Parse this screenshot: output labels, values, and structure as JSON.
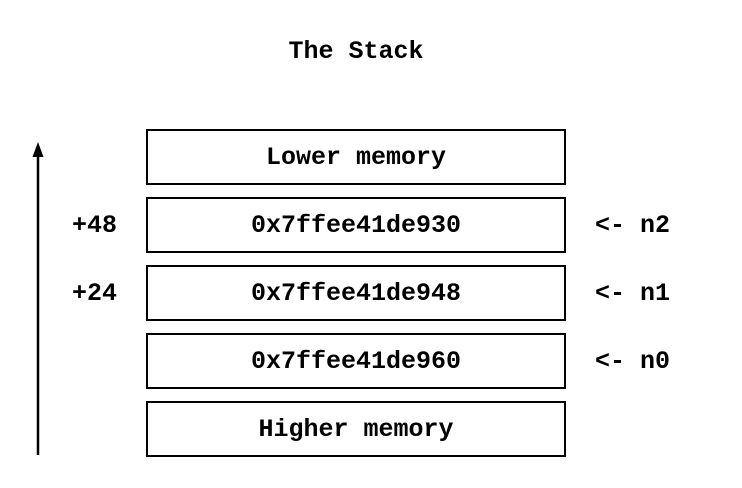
{
  "title": "The Stack",
  "colors": {
    "ink": "#000000",
    "background": "#ffffff"
  },
  "direction_arrow": {
    "icon": "up-arrow",
    "direction": "up"
  },
  "rows": [
    {
      "offset": "",
      "label": "Lower memory",
      "pointer": ""
    },
    {
      "offset": "+48",
      "label": "0x7ffee41de930",
      "pointer": "<- n2"
    },
    {
      "offset": "+24",
      "label": "0x7ffee41de948",
      "pointer": "<- n1"
    },
    {
      "offset": "",
      "label": "0x7ffee41de960",
      "pointer": "<- n0"
    },
    {
      "offset": "",
      "label": "Higher memory",
      "pointer": ""
    }
  ]
}
